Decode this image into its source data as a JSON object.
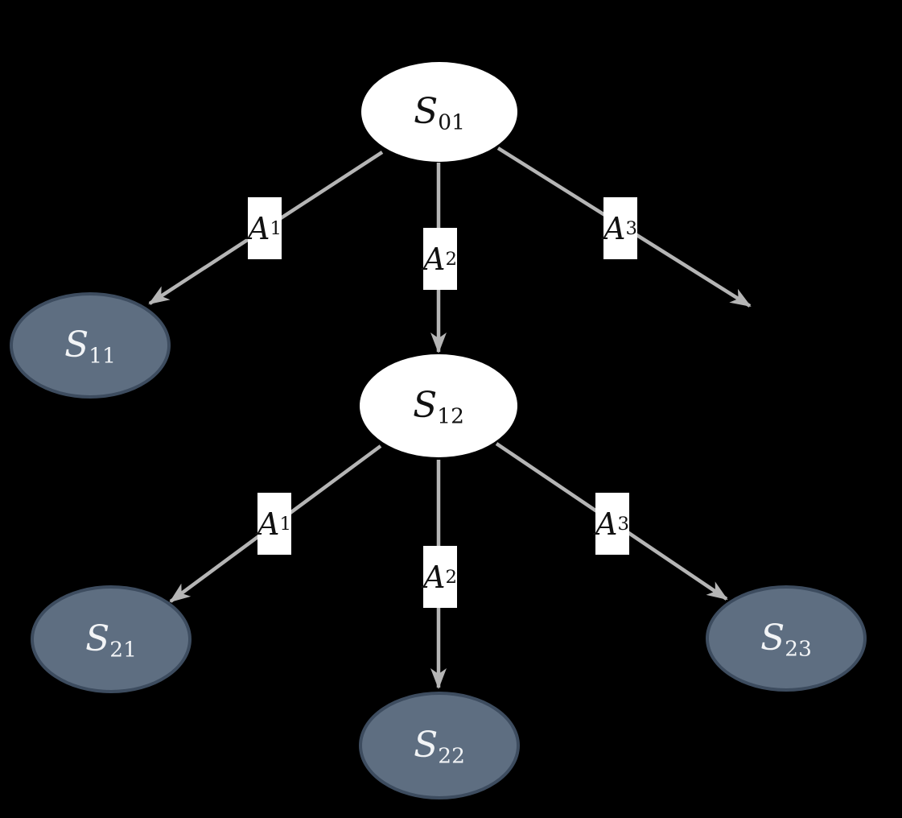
{
  "diagram": {
    "description": "Two-level decision/state tree on black background",
    "colors": {
      "background": "#000000",
      "node_light_fill": "#ffffff",
      "node_light_text": "#111111",
      "node_dark_fill": "#5e6e81",
      "node_dark_border": "#3d4c5f",
      "node_dark_text": "#f2f4f6",
      "edge_color": "#b5b5b5",
      "edge_label_bg": "#ffffff",
      "edge_label_text": "#111111"
    },
    "nodes": [
      {
        "id": "S01",
        "label": {
          "base": "S",
          "sub": "01"
        },
        "variant": "light"
      },
      {
        "id": "S11",
        "label": {
          "base": "S",
          "sub": "11"
        },
        "variant": "dark"
      },
      {
        "id": "S12",
        "label": {
          "base": "S",
          "sub": "12"
        },
        "variant": "light"
      },
      {
        "id": "S21",
        "label": {
          "base": "S",
          "sub": "21"
        },
        "variant": "dark"
      },
      {
        "id": "S22",
        "label": {
          "base": "S",
          "sub": "22"
        },
        "variant": "dark"
      },
      {
        "id": "S23",
        "label": {
          "base": "S",
          "sub": "23"
        },
        "variant": "dark"
      }
    ],
    "edges": [
      {
        "from": "S01",
        "to": "S11",
        "label": {
          "base": "A",
          "sub": "1"
        }
      },
      {
        "from": "S01",
        "to": "S12",
        "label": {
          "base": "A",
          "sub": "2"
        }
      },
      {
        "from": "S01",
        "to": null,
        "label": {
          "base": "A",
          "sub": "3"
        }
      },
      {
        "from": "S12",
        "to": "S21",
        "label": {
          "base": "A",
          "sub": "1"
        }
      },
      {
        "from": "S12",
        "to": "S22",
        "label": {
          "base": "A",
          "sub": "2"
        }
      },
      {
        "from": "S12",
        "to": "S23",
        "label": {
          "base": "A",
          "sub": "3"
        }
      }
    ]
  }
}
